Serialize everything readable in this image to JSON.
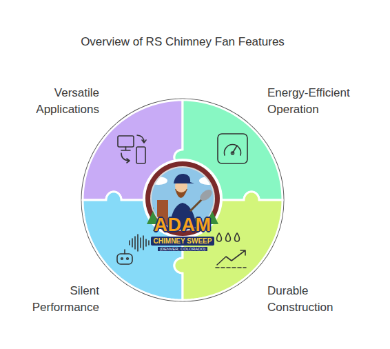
{
  "diagram": {
    "title": "Overview of RS Chimney Fan Features",
    "nodes": [
      {
        "text": [
          "Versatile Applications"
        ]
      },
      {
        "text": [
          "Energy-Efficient Operation"
        ]
      },
      {
        "text": [
          "Silent Performance"
        ]
      },
      {
        "text": [
          "Durable Construction"
        ]
      }
    ],
    "labels": [
      "ADAM",
      "CHIMNEY SWEEP",
      "(DENVER, COLORADO)"
    ]
  }
}
